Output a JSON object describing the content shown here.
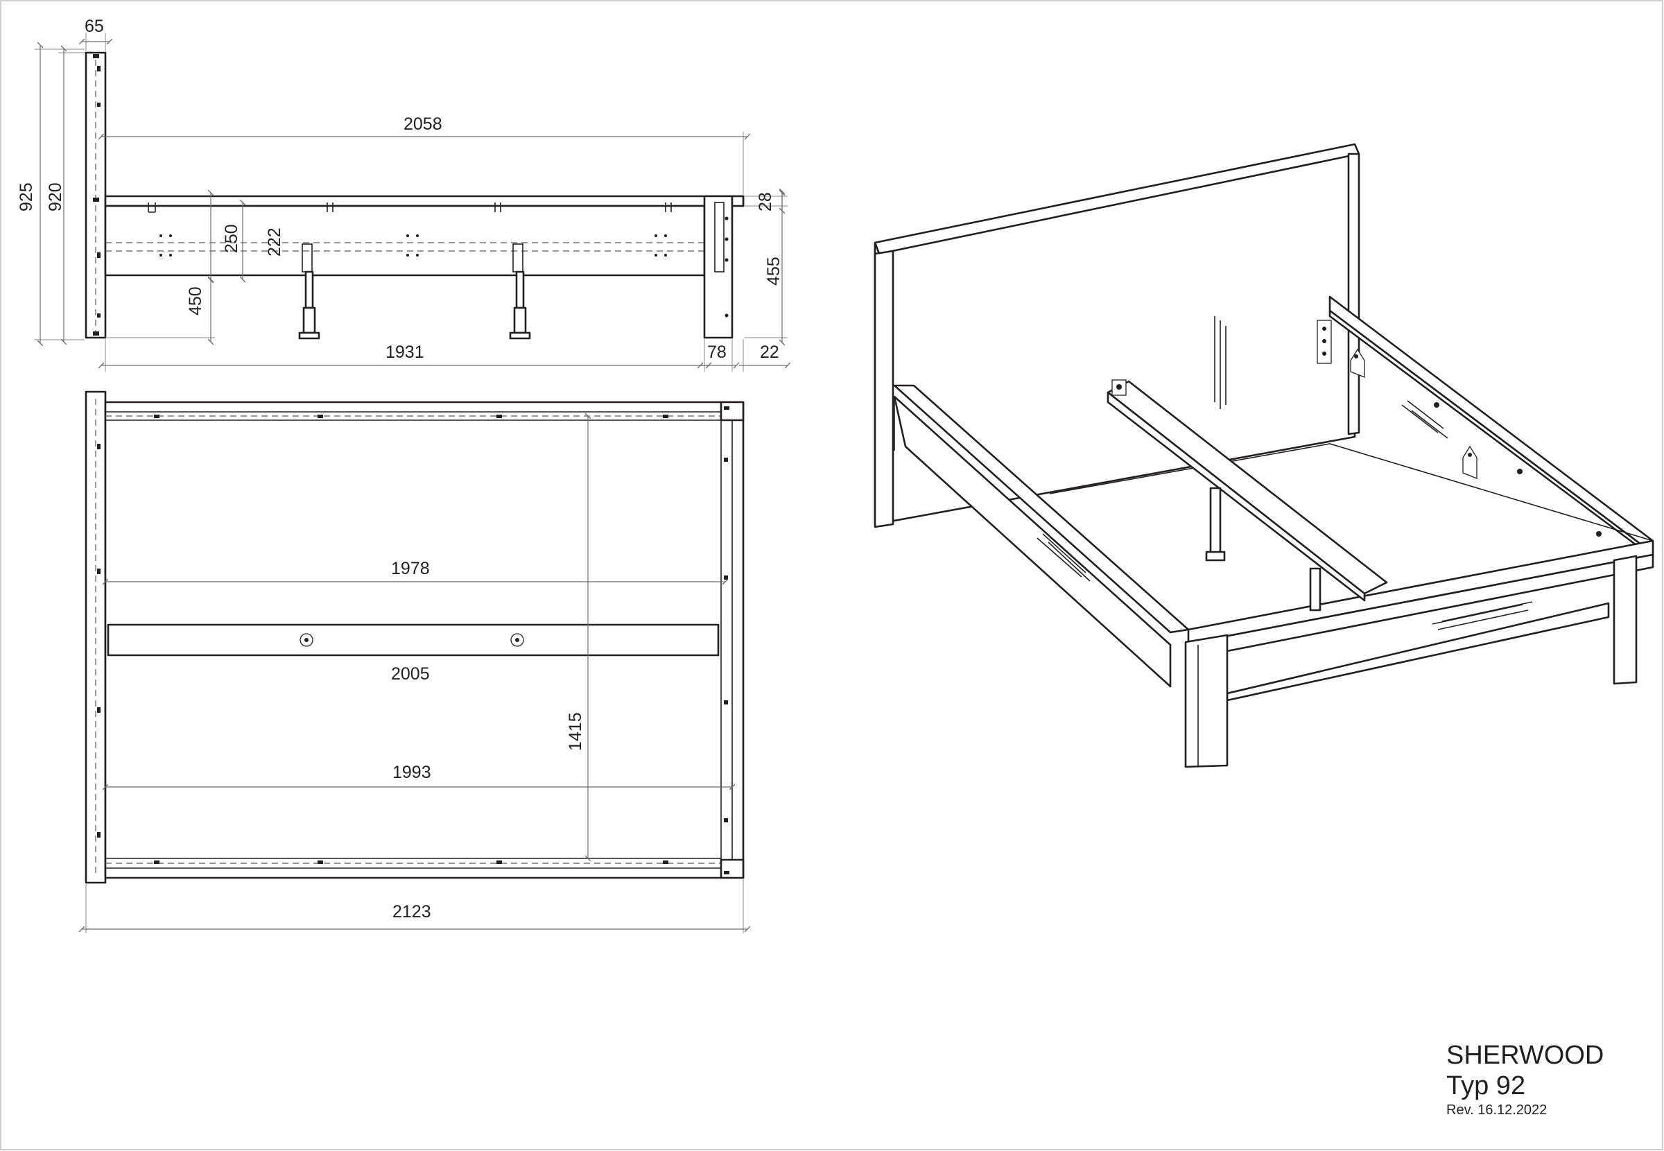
{
  "dimensions": {
    "side_view": {
      "headboard_thickness": "65",
      "total_height_outer": "925",
      "headboard_height": "920",
      "frame_length_top": "2058",
      "top_board": "28",
      "rail_height": "250",
      "rail_inner": "222",
      "under_height": "450",
      "foot_height": "455",
      "inner_length": "1931",
      "leg_width": "78",
      "foot_offset": "22"
    },
    "top_view": {
      "inner_length_upper": "1978",
      "slat_length": "2005",
      "inner_width": "1415",
      "inner_length_lower": "1993",
      "total_length": "2123"
    }
  },
  "title_block": {
    "product": "SHERWOOD",
    "type": "Typ 92",
    "revision": "Rev. 16.12.2022"
  }
}
